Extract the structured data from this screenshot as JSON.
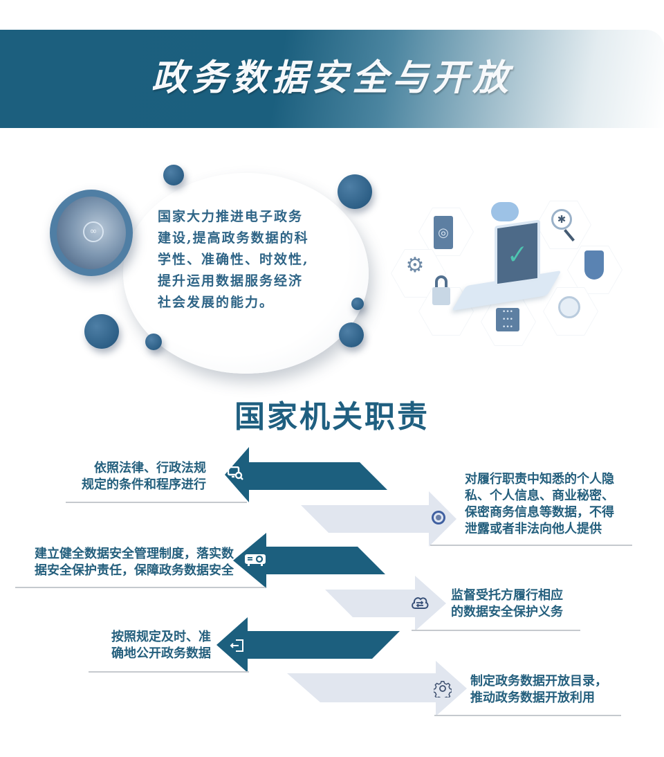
{
  "header": {
    "title": "政务数据安全与开放"
  },
  "intro": {
    "paragraph_lines": [
      "国家大力推进电子政务",
      "建设,提高政务数据的科",
      "学性、准确性、时效性,",
      "提升运用数据服务经济",
      "社会发展的能力。"
    ],
    "photo_glyph": "∞"
  },
  "illustration": {
    "icons": [
      "fingerprint-icon",
      "cloud-icon",
      "bug-search-icon",
      "shield-icon",
      "gear-icon",
      "padlock-icon",
      "password-keypad-icon",
      "safe-dial-icon",
      "laptop-check-icon"
    ]
  },
  "section": {
    "title": "国家机关职责"
  },
  "duties": [
    {
      "side": "left",
      "icon": "monitor-search-icon",
      "glyph": "🖳",
      "lines": [
        "依照法律、行政法规",
        "规定的条件和程序进行"
      ]
    },
    {
      "side": "right",
      "icon": "seal-emblem-icon",
      "glyph": "◉",
      "lines": [
        "对履行职责中知悉的个人隐",
        "私、个人信息、商业秘密、",
        "保密商务信息等数据，不得",
        "泄露或者非法向他人提供"
      ]
    },
    {
      "side": "left",
      "icon": "projector-icon",
      "glyph": "≡◯",
      "lines": [
        "建立健全数据安全管理制度，落实数",
        "据安全保护责任，保障政务数据安全"
      ]
    },
    {
      "side": "right",
      "icon": "cloud-sync-icon",
      "glyph": "⇄",
      "lines": [
        "监督受托方履行相应",
        "的数据安全保护义务"
      ]
    },
    {
      "side": "left",
      "icon": "sign-in-icon",
      "glyph": "⇠",
      "lines": [
        "按照规定及时、准",
        "确地公开政务数据"
      ]
    },
    {
      "side": "right",
      "icon": "settings-gear-icon",
      "glyph": "⚙",
      "lines": [
        "制定政务数据开放目录，",
        "推动政务数据开放利用"
      ]
    }
  ],
  "colors": {
    "primary": "#1c5f7e",
    "text": "#245f7d",
    "light_arrow": "#e1e6ef",
    "rule": "#c5c9ce",
    "dot": "#2d5f86"
  }
}
